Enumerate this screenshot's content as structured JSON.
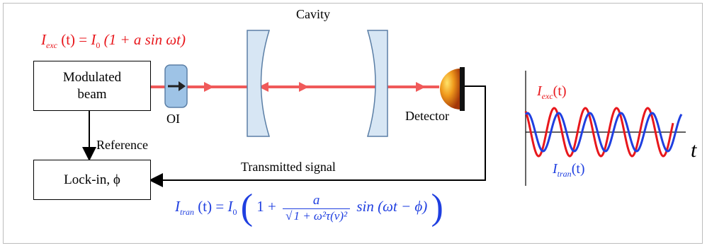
{
  "diagram": {
    "modulated_beam_label": "Modulated\nbeam",
    "oi_label": "OI",
    "cavity_label": "Cavity",
    "detector_label": "Detector",
    "reference_label": "Reference",
    "lockin_label": "Lock-in, ϕ",
    "transmitted_label": "Transmitted signal",
    "excitation_equation": {
      "lhs": "I",
      "lhs_sub": "exc",
      "arg": "(t) = ",
      "amp": "I",
      "amp_sub": "0",
      "rhs": "(1 + a sin ωt)"
    },
    "transmitted_equation": {
      "lhs": "I",
      "lhs_sub": "tran",
      "arg": "(t) = ",
      "amp": "I",
      "amp_sub": "0",
      "one_plus": "1 + ",
      "frac_num": "a",
      "frac_den": "1 + ω²τ(ν)²",
      "tail": "sin (ωt − ϕ)"
    }
  },
  "plot": {
    "exc_label_main": "I",
    "exc_label_sub": "exc",
    "exc_label_arg": "(t)",
    "tran_label_main": "I",
    "tran_label_sub": "tran",
    "tran_label_arg": "(t)",
    "x_axis_label": "t"
  },
  "colors": {
    "excitation": "#e8171c",
    "transmitted": "#1f3fe0",
    "beam": "#f05a5a",
    "mirror_fill": "#d7e6f4",
    "mirror_stroke": "#5b7fa6",
    "isolator_fill": "#9ec3e6"
  }
}
